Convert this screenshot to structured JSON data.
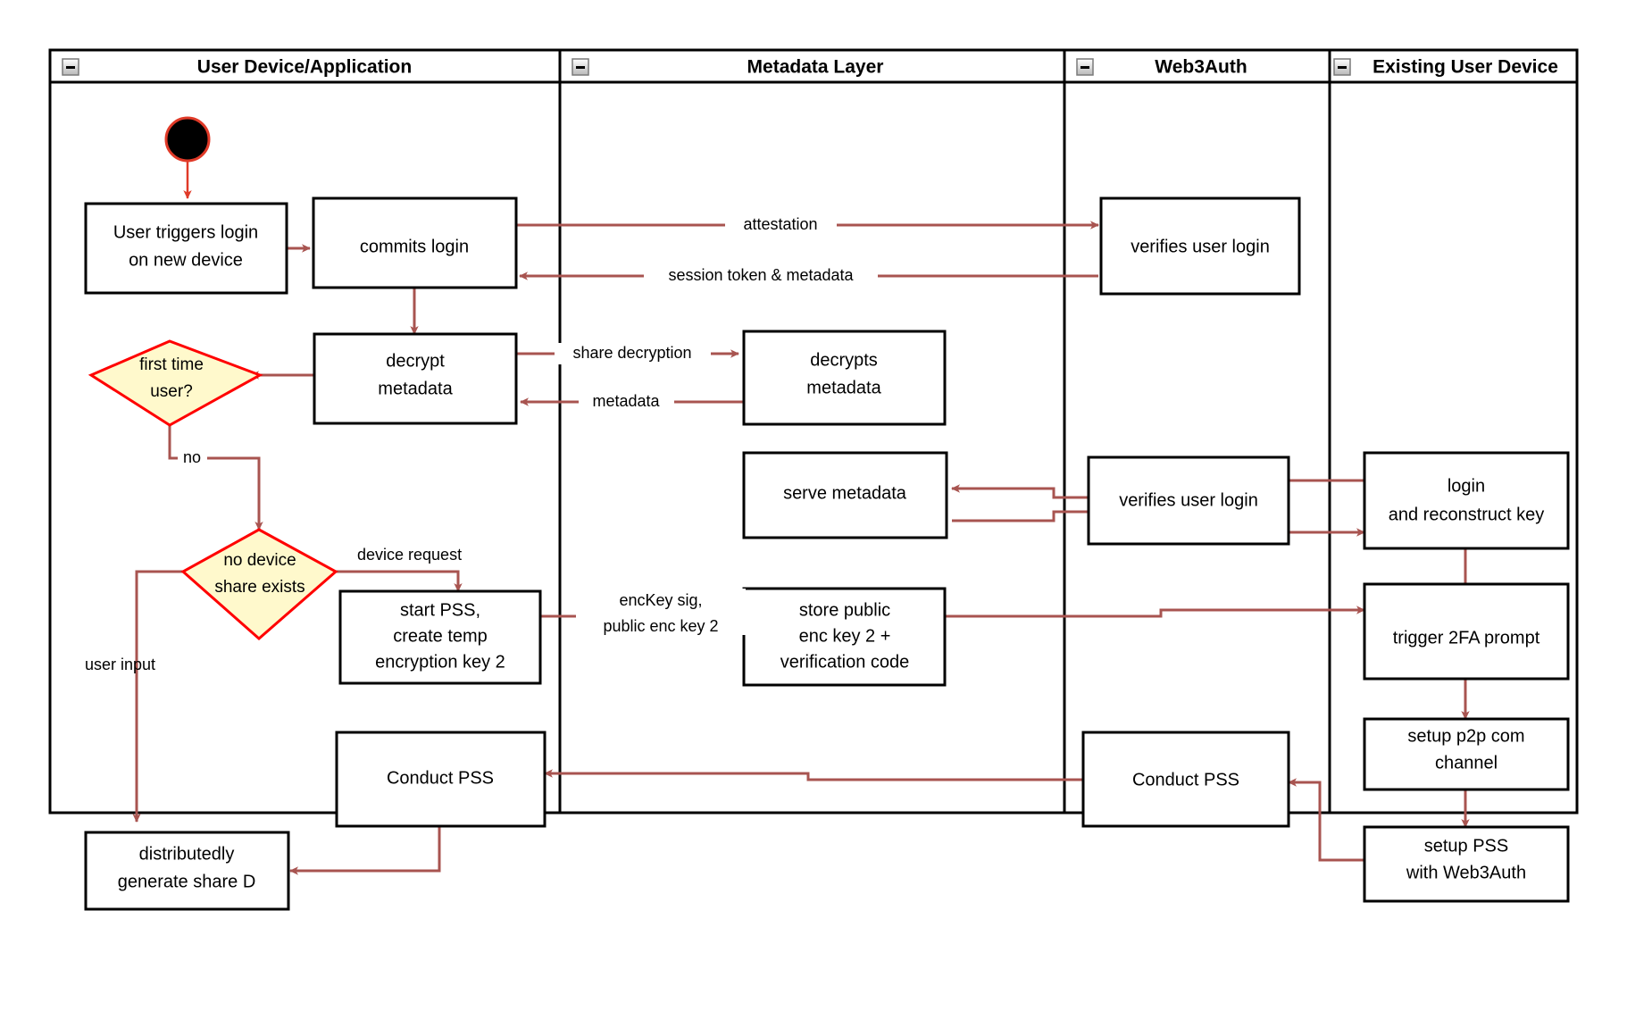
{
  "diagram": {
    "title": "Web3Auth new-device login activity diagram",
    "type": "swimlane-activity-diagram",
    "colors": {
      "edge": "#a85450",
      "start_node_fill": "#000000",
      "start_node_stroke": "#ff0000",
      "decision_fill": "#fff9cc",
      "decision_stroke": "#ff0000",
      "box_fill": "#ffffff",
      "box_stroke": "#000000",
      "lane_stroke": "#000000",
      "collapse_icon_fill": "#d4d0c8"
    },
    "lanes": [
      {
        "id": "lane-user-device",
        "label": "User Device/Application",
        "collapse_icon": "minus-icon"
      },
      {
        "id": "lane-metadata-layer",
        "label": "Metadata Layer",
        "collapse_icon": "minus-icon"
      },
      {
        "id": "lane-web3auth",
        "label": "Web3Auth",
        "collapse_icon": "minus-icon"
      },
      {
        "id": "lane-existing-user-device",
        "label": "Existing User Device",
        "collapse_icon": "minus-icon"
      }
    ],
    "nodes": [
      {
        "id": "start",
        "shape": "start-circle",
        "lane": "lane-user-device",
        "label": ""
      },
      {
        "id": "user-triggers-login",
        "shape": "rect",
        "lane": "lane-user-device",
        "lines": [
          "User triggers login",
          "on new device"
        ]
      },
      {
        "id": "commits-login",
        "shape": "rect",
        "lane": "lane-user-device",
        "lines": [
          "commits login"
        ]
      },
      {
        "id": "verifies-user-login-1",
        "shape": "rect",
        "lane": "lane-web3auth",
        "lines": [
          "verifies user login"
        ]
      },
      {
        "id": "decrypt-metadata",
        "shape": "rect",
        "lane": "lane-user-device",
        "lines": [
          "decrypt",
          "metadata"
        ]
      },
      {
        "id": "first-time-user",
        "shape": "diamond",
        "lane": "lane-user-device",
        "lines": [
          "first time",
          "user?"
        ]
      },
      {
        "id": "decrypts-metadata",
        "shape": "rect",
        "lane": "lane-metadata-layer",
        "lines": [
          "decrypts",
          "metadata"
        ]
      },
      {
        "id": "serve-metadata",
        "shape": "rect",
        "lane": "lane-metadata-layer",
        "lines": [
          "serve metadata"
        ]
      },
      {
        "id": "verifies-user-login-2",
        "shape": "rect",
        "lane": "lane-web3auth",
        "lines": [
          "verifies user login"
        ]
      },
      {
        "id": "login-and-reconstruct-key",
        "shape": "rect",
        "lane": "lane-existing-user-device",
        "lines": [
          "login",
          "and reconstruct key"
        ]
      },
      {
        "id": "no-device-share-exists",
        "shape": "diamond",
        "lane": "lane-user-device",
        "lines": [
          "no device",
          "share exists"
        ]
      },
      {
        "id": "start-pss-create-temp",
        "shape": "rect",
        "lane": "lane-user-device",
        "lines": [
          "start PSS,",
          "create temp",
          "encryption key 2"
        ]
      },
      {
        "id": "store-public-enc-key",
        "shape": "rect",
        "lane": "lane-metadata-layer",
        "lines": [
          "store public",
          "enc key 2 +",
          "verification code"
        ]
      },
      {
        "id": "trigger-2fa-prompt",
        "shape": "rect",
        "lane": "lane-existing-user-device",
        "lines": [
          "trigger 2FA prompt"
        ]
      },
      {
        "id": "setup-p2p-com-channel",
        "shape": "rect",
        "lane": "lane-existing-user-device",
        "lines": [
          "setup p2p com",
          "channel"
        ]
      },
      {
        "id": "conduct-pss-user",
        "shape": "rect",
        "lane": "lane-user-device",
        "lines": [
          "Conduct PSS"
        ]
      },
      {
        "id": "conduct-pss-web3auth",
        "shape": "rect",
        "lane": "lane-web3auth",
        "lines": [
          "Conduct PSS"
        ]
      },
      {
        "id": "setup-pss-with-web3auth",
        "shape": "rect",
        "lane": "lane-existing-user-device",
        "lines": [
          "setup PSS",
          "with Web3Auth"
        ]
      },
      {
        "id": "distributedly-generate-share-d",
        "shape": "rect",
        "lane": "lane-user-device",
        "lines": [
          "distributedly",
          "generate share D"
        ]
      }
    ],
    "edge_labels": [
      {
        "id": "edge-attestation",
        "text": "attestation",
        "from": "commits-login",
        "to": "verifies-user-login-1"
      },
      {
        "id": "edge-session-token",
        "text": "session token & metadata",
        "from": "verifies-user-login-1",
        "to": "commits-login"
      },
      {
        "id": "edge-share-decryption",
        "text": "share decryption",
        "from": "decrypt-metadata",
        "to": "decrypts-metadata"
      },
      {
        "id": "edge-metadata",
        "text": "metadata",
        "from": "decrypts-metadata",
        "to": "decrypt-metadata"
      },
      {
        "id": "edge-no",
        "text": "no",
        "from": "first-time-user",
        "to": "no-device-share-exists"
      },
      {
        "id": "edge-user-input",
        "text": "user input",
        "from": "no-device-share-exists",
        "to": "distributedly-generate-share-d"
      },
      {
        "id": "edge-device-request",
        "text": "device request",
        "from": "no-device-share-exists",
        "to": "start-pss-create-temp"
      },
      {
        "id": "edge-enckey-sig",
        "text": "encKey sig,",
        "text2": "public enc key 2",
        "from": "start-pss-create-temp",
        "to": "store-public-enc-key"
      }
    ]
  }
}
